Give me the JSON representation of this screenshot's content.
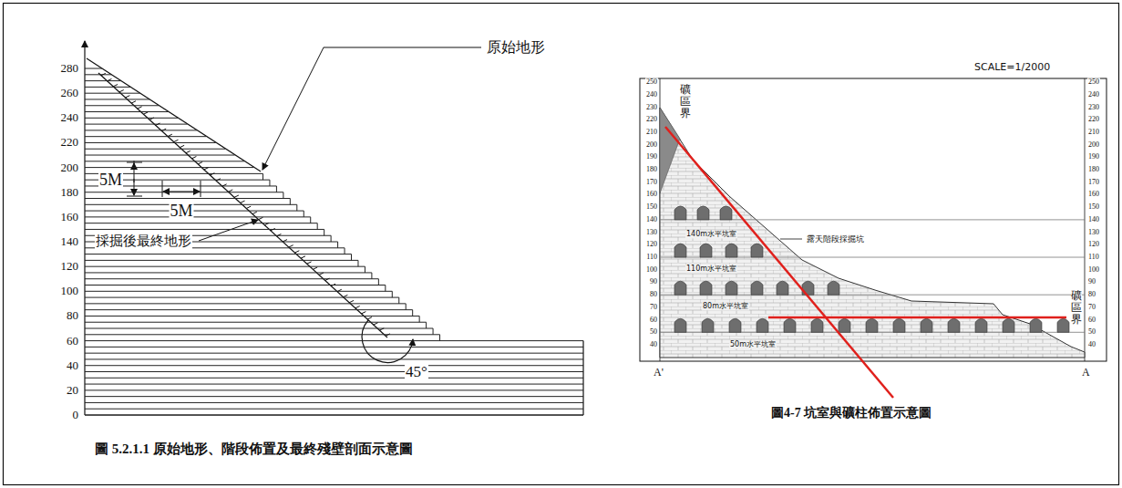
{
  "diagram": {
    "labels": [
      "280",
      "260",
      "240",
      "220",
      "200",
      "180",
      "160",
      "140",
      "120",
      "100",
      "80",
      "60",
      "40",
      "20",
      "0",
      "原始地形",
      "5M",
      "5M",
      "採掘後最終地形",
      "45°",
      "圖 5.2.1.1 原始地形、階段佈置及最終殘壁剖面示意圖",
      "SCALE=1/2000",
      "250",
      "240",
      "230",
      "220",
      "210",
      "200",
      "190",
      "180",
      "170",
      "160",
      "150",
      "140",
      "130",
      "120",
      "110",
      "100",
      "90",
      "80",
      "70",
      "60",
      "50",
      "40",
      "250",
      "240",
      "230",
      "220",
      "210",
      "200",
      "190",
      "180",
      "170",
      "160",
      "150",
      "140",
      "130",
      "120",
      "110",
      "100",
      "90",
      "80",
      "70",
      "60",
      "50",
      "40",
      "礦區界",
      "露天階段採掘坑",
      "140m水平坑室",
      "110m水平坑室",
      "80m水平坑室",
      "50m水平坑室",
      "礦區界",
      "A'",
      "A",
      "圖4-7 坑室與礦柱佈置示意圖"
    ]
  }
}
